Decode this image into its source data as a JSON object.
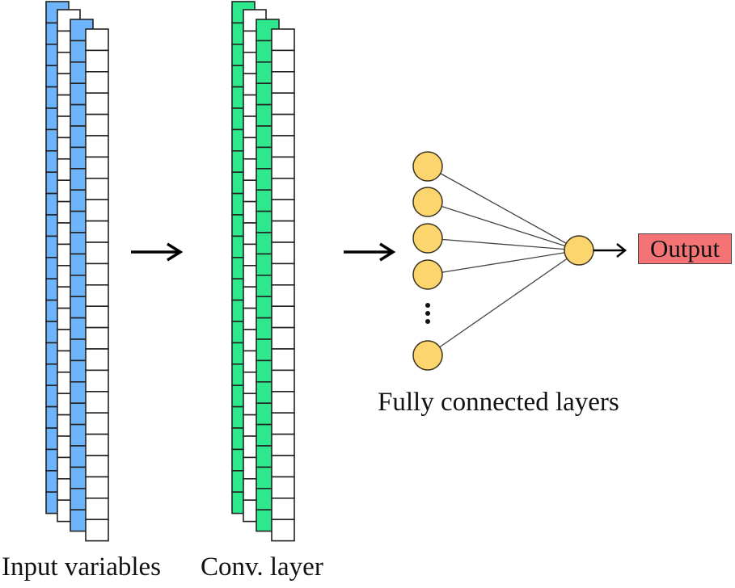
{
  "diagram": {
    "title": "CNN architecture",
    "stages": [
      {
        "id": "input",
        "label": "Input variables",
        "strip_count": 4,
        "cells_per_strip": 24,
        "fill_color": "#6eb4fa"
      },
      {
        "id": "conv",
        "label": "Conv. layer",
        "strip_count": 4,
        "cells_per_strip": 24,
        "fill_color": "#2ee88e"
      },
      {
        "id": "fc",
        "label": "Fully connected layers",
        "input_nodes": 5,
        "output_nodes": 1,
        "node_color": "#fcd56e",
        "ellipsis": true
      }
    ],
    "output": {
      "label": "Output",
      "color": "#f47374"
    },
    "arrows": [
      "input-to-conv",
      "conv-to-fc",
      "fc-to-output"
    ]
  }
}
